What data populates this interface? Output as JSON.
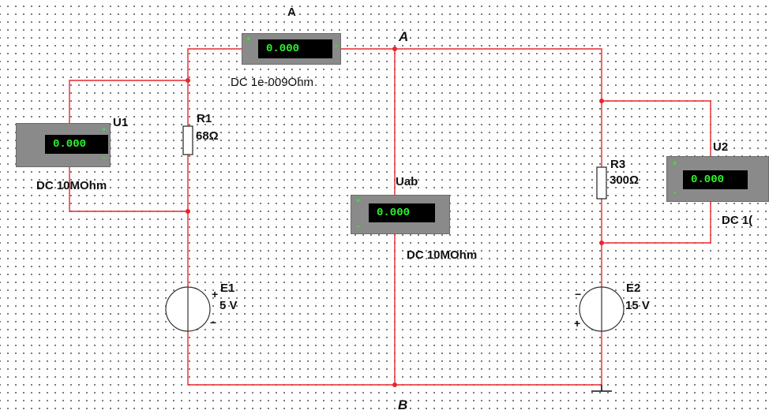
{
  "colors": {
    "wire": "#e8262b",
    "meter_body": "#8a8a8a",
    "display_bg": "#000000",
    "display_text": "#2cf52c"
  },
  "nodes": {
    "a": "A",
    "b": "B"
  },
  "ammeter_a": {
    "name": "A",
    "reading": "0.000",
    "mode": "DC  1e-009Ohm"
  },
  "voltmeter_u1": {
    "name": "U1",
    "reading": "0.000",
    "mode": "DC  10MOhm"
  },
  "voltmeter_uab": {
    "name": "Uab",
    "reading": "0.000",
    "mode": "DC  10MOhm"
  },
  "voltmeter_u2": {
    "name": "U2",
    "reading": "0.000",
    "mode": "DC  1("
  },
  "resistor_r1": {
    "name": "R1",
    "value": "68Ω"
  },
  "resistor_r3": {
    "name": "R3",
    "value": "300Ω"
  },
  "source_e1": {
    "name": "E1",
    "value": "5 V"
  },
  "source_e2": {
    "name": "E2",
    "value": "15 V"
  },
  "polarity": {
    "plus": "+",
    "minus": "−"
  }
}
